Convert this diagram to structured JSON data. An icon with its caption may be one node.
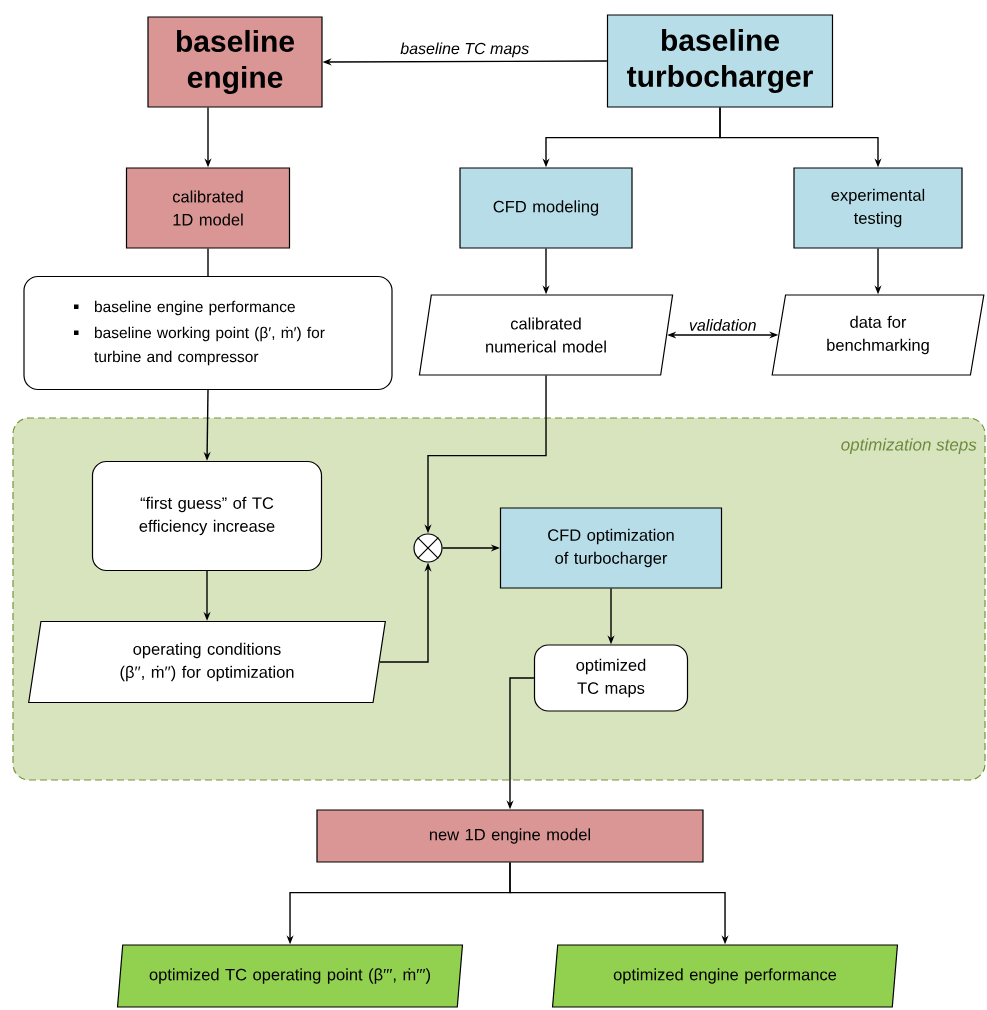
{
  "diagram": {
    "nodes": [
      {
        "text": [
          "baseline engine"
        ]
      },
      {
        "text": [
          "baseline turbocharger"
        ]
      },
      {
        "text": [
          "calibrated 1D model"
        ]
      },
      {
        "text": [
          "CFD modeling"
        ]
      },
      {
        "text": [
          "experimental testing"
        ]
      },
      {
        "text": [
          "baseline engine performance",
          "baseline working point (β′, ṁ′) for turbine and compressor"
        ]
      },
      {
        "text": [
          "calibrated numerical model"
        ]
      },
      {
        "text": [
          "data for benchmarking"
        ]
      },
      {
        "text": [
          "optimization steps"
        ]
      },
      {
        "text": [
          "“first guess” of TC efficiency increase"
        ],
        "in": 8
      },
      {
        "text": [
          "operating conditions (β′′, ṁ′′) for optimization"
        ],
        "in": 8
      },
      {
        "text": [],
        "shape": "circle",
        "in": 8
      },
      {
        "text": [
          "CFD optimization of turbocharger"
        ],
        "in": 8
      },
      {
        "text": [
          "optimized TC maps"
        ],
        "in": 8
      },
      {
        "text": [
          "new 1D engine model"
        ]
      },
      {
        "text": [
          "optimized TC operating point (β′′′, ṁ′′′)"
        ]
      },
      {
        "text": [
          "optimized engine performance"
        ]
      }
    ],
    "edges": [
      {
        "from": 1,
        "to": 0,
        "arrow": "to",
        "label": "baseline TC maps"
      },
      {
        "from": 0,
        "to": 2,
        "arrow": "to"
      },
      {
        "from": 1,
        "to": 3,
        "arrow": "to"
      },
      {
        "from": 1,
        "to": 4,
        "arrow": "to"
      },
      {
        "from": 2,
        "to": 5,
        "arrow": "none"
      },
      {
        "from": 5,
        "to": 9,
        "arrow": "to"
      },
      {
        "from": 3,
        "to": 6,
        "arrow": "to"
      },
      {
        "from": 4,
        "to": 7,
        "arrow": "to"
      },
      {
        "from": 6,
        "to": 7,
        "arrow": "both",
        "label": "validation"
      },
      {
        "from": 6,
        "to": 11,
        "arrow": "to"
      },
      {
        "from": 9,
        "to": 10,
        "arrow": "to"
      },
      {
        "from": 10,
        "to": 11,
        "arrow": "to"
      },
      {
        "from": 11,
        "to": 12,
        "arrow": "to"
      },
      {
        "from": 12,
        "to": 13,
        "arrow": "to"
      },
      {
        "from": 13,
        "to": 14,
        "arrow": "to"
      },
      {
        "from": 14,
        "to": 15,
        "arrow": "to"
      },
      {
        "from": 14,
        "to": 16,
        "arrow": "to"
      }
    ]
  }
}
